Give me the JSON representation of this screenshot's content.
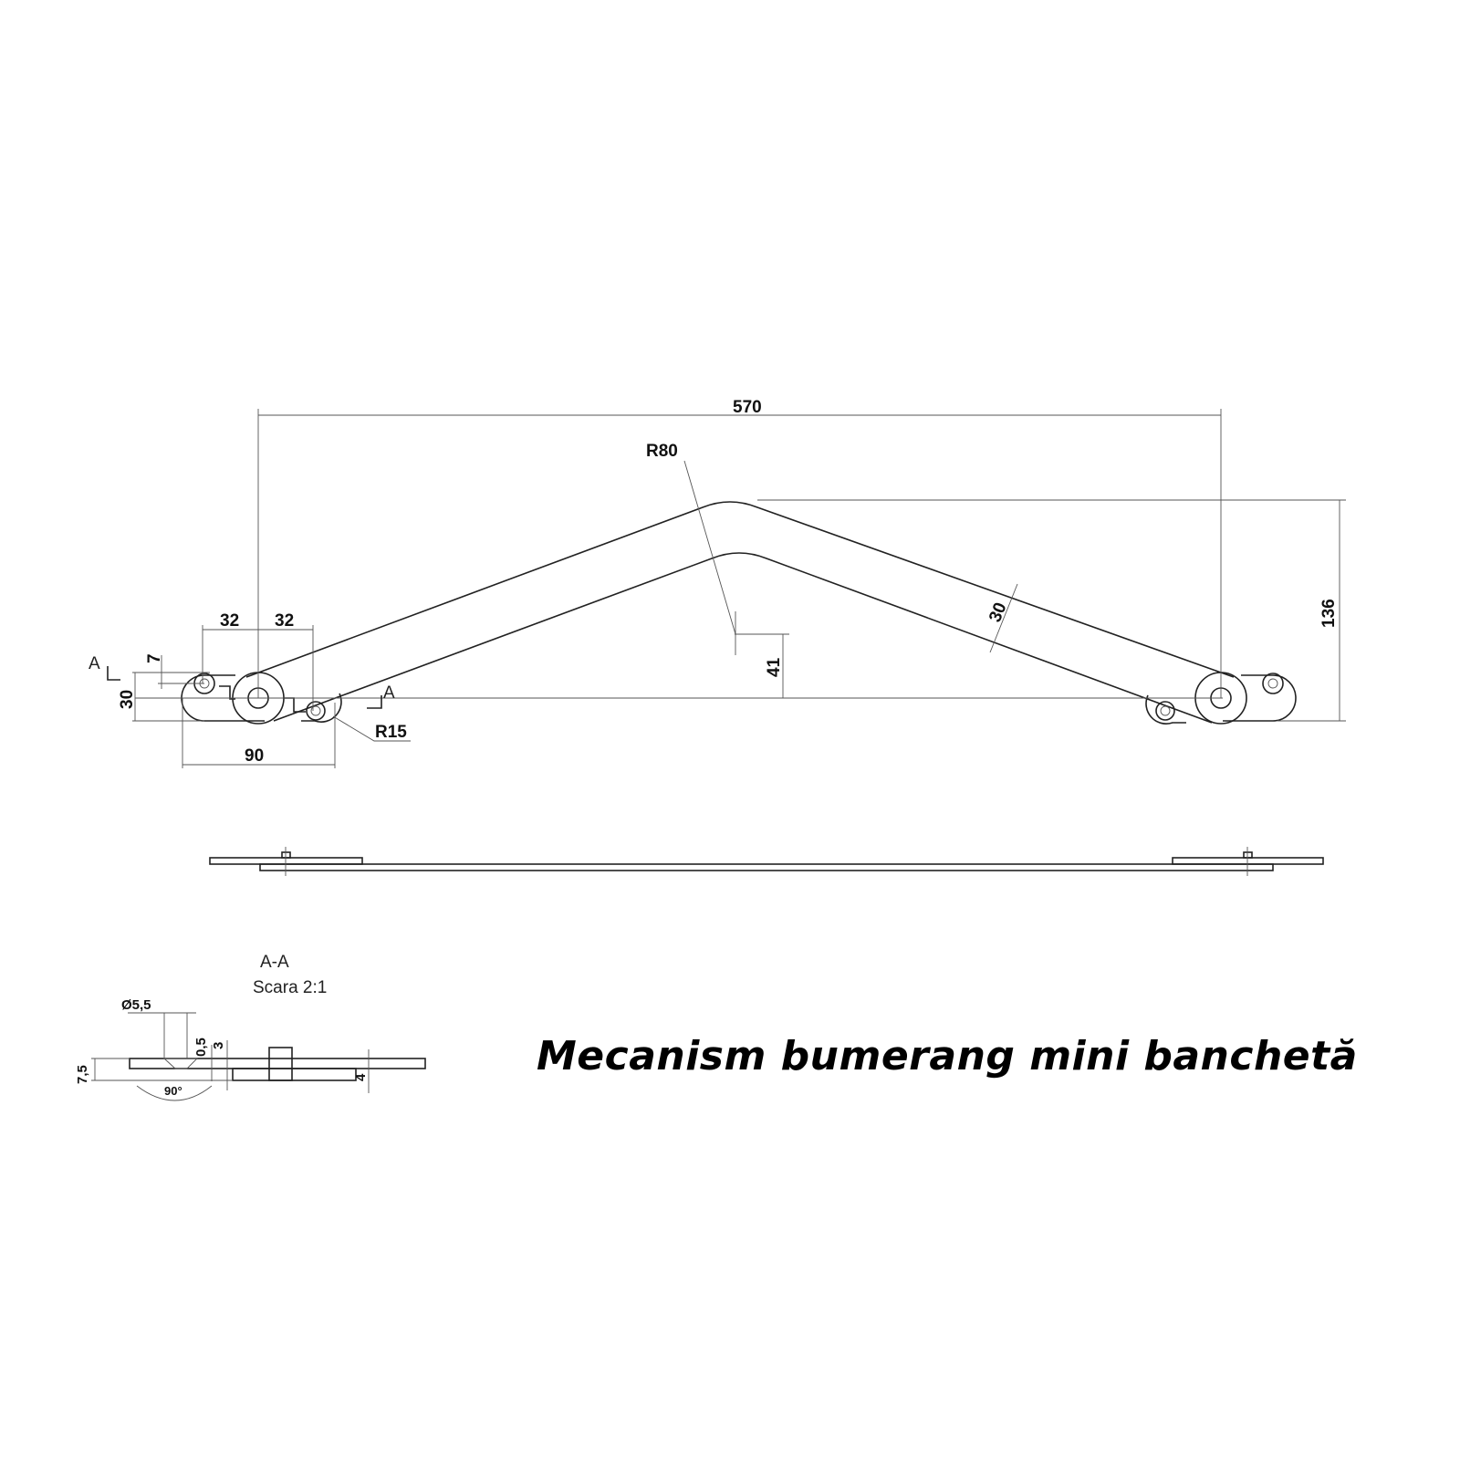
{
  "dimensions": {
    "overall_length": "570",
    "radius_bend": "R80",
    "height": "136",
    "bar_width": "30",
    "offset": "41",
    "pitch_left": "32",
    "pitch_right": "32",
    "hole_offset": "7",
    "plate_height": "30",
    "plate_length": "90",
    "radius_end": "R15"
  },
  "section_marks": {
    "left": "A",
    "right": "A"
  },
  "section": {
    "title": "A-A",
    "scale": "Scara 2:1",
    "diameter": "Ø5,5",
    "depth": "0,5",
    "thickness_top": "3",
    "total": "7,5",
    "angle": "90°",
    "thickness_bottom": "4"
  },
  "title": "Mecanism bumerang mini banchetă"
}
